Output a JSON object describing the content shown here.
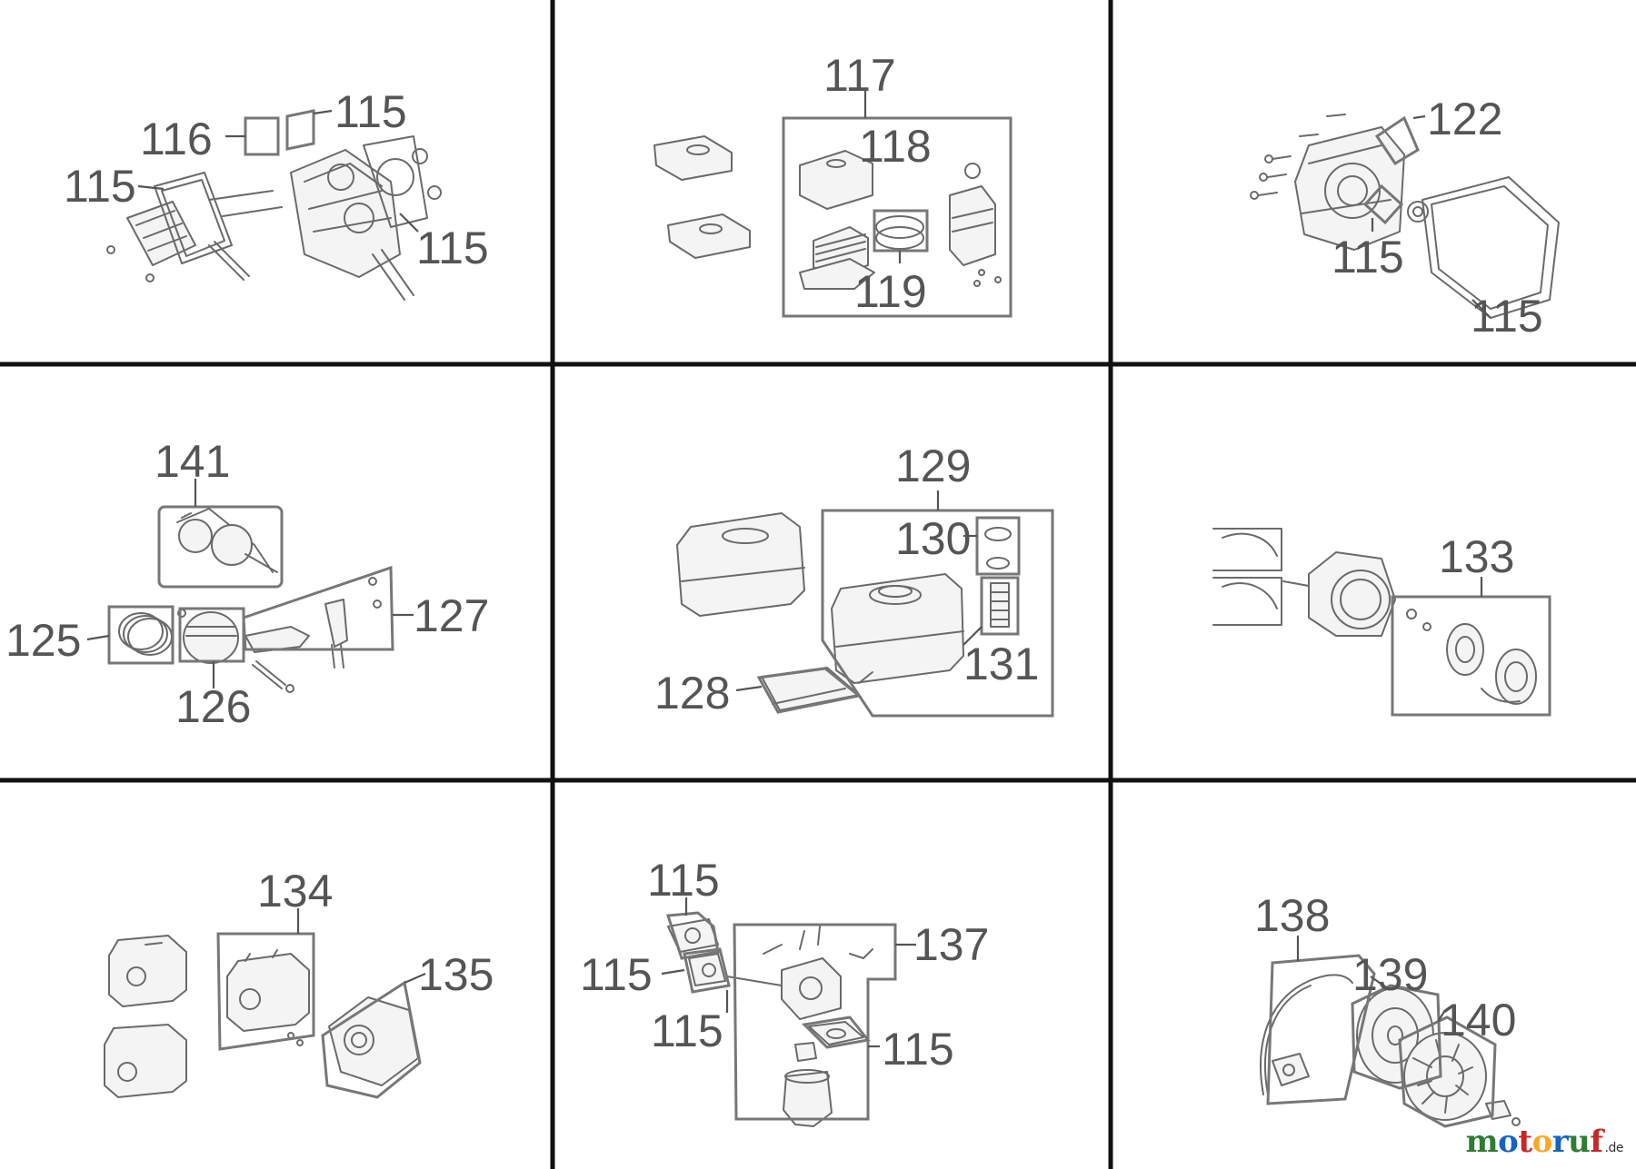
{
  "panels": {
    "cylinder_head": {
      "labels": [
        "116",
        "115",
        "115",
        "115"
      ]
    },
    "air_filter": {
      "labels": [
        "117",
        "118",
        "119"
      ]
    },
    "crankcase_cover": {
      "labels": [
        "122",
        "115",
        "115"
      ]
    },
    "crankshaft_piston": {
      "labels": [
        "141",
        "127",
        "125",
        "126"
      ]
    },
    "fuel_tank": {
      "labels": [
        "129",
        "130",
        "131",
        "128"
      ]
    },
    "recoil_starter": {
      "labels": [
        "133"
      ]
    },
    "muffler": {
      "labels": [
        "134",
        "135"
      ]
    },
    "carburetor": {
      "labels": [
        "115",
        "137",
        "115",
        "115",
        "115"
      ]
    },
    "ignition_flywheel": {
      "labels": [
        "138",
        "139",
        "140"
      ]
    }
  },
  "logo": {
    "letters": [
      "m",
      "o",
      "t",
      "o",
      "r",
      "u",
      "f"
    ],
    "letter_colors": [
      "#2e7d32",
      "#1565c0",
      "#c62828",
      "#f9a825",
      "#1565c0",
      "#2e7d32",
      "#c62828"
    ],
    "domain": ".de"
  },
  "colors": {
    "grid": "#111111",
    "label": "#555555",
    "line": "#6a6a6a"
  }
}
